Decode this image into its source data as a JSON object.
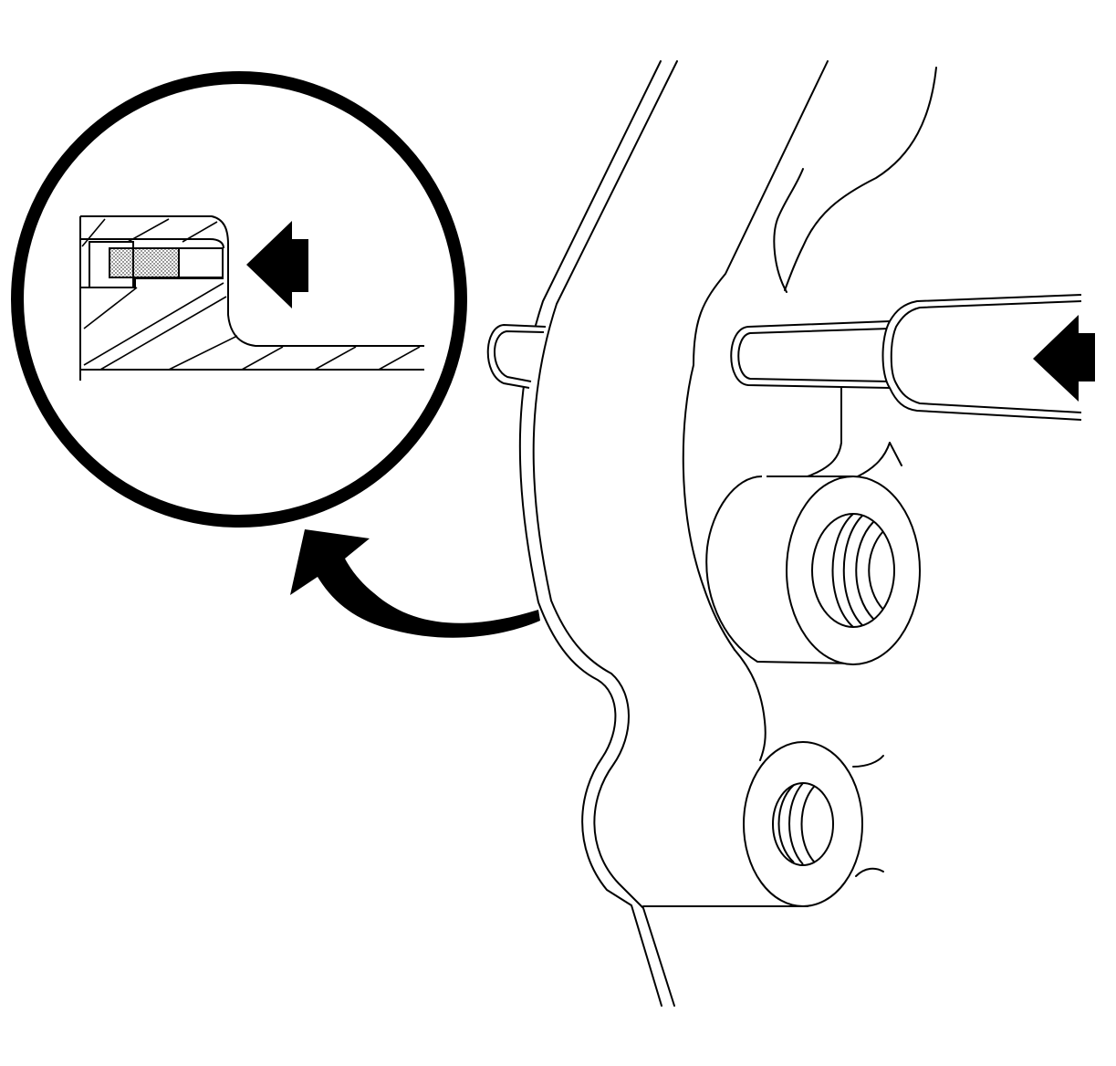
{
  "figure": {
    "background": "#ffffff",
    "stroke_color": "#000000",
    "fill_dark": "#000000",
    "seal_fill": "stipple",
    "labels": []
  },
  "parts": [
    {
      "id": "detail-inset",
      "icon": "magnified-cross-section"
    },
    {
      "id": "seal",
      "icon": "dotted-seal"
    },
    {
      "id": "installer-tool",
      "icon": "seal-driver"
    },
    {
      "id": "housing",
      "icon": "housing-casting"
    },
    {
      "id": "threaded-boss-upper",
      "icon": "threaded-hole"
    },
    {
      "id": "threaded-boss-lower",
      "icon": "threaded-hole"
    }
  ],
  "arrows": [
    {
      "id": "detail-push-arrow",
      "direction": "left"
    },
    {
      "id": "tool-push-arrow",
      "direction": "left"
    },
    {
      "id": "callout-arrow",
      "direction": "up-left"
    }
  ]
}
